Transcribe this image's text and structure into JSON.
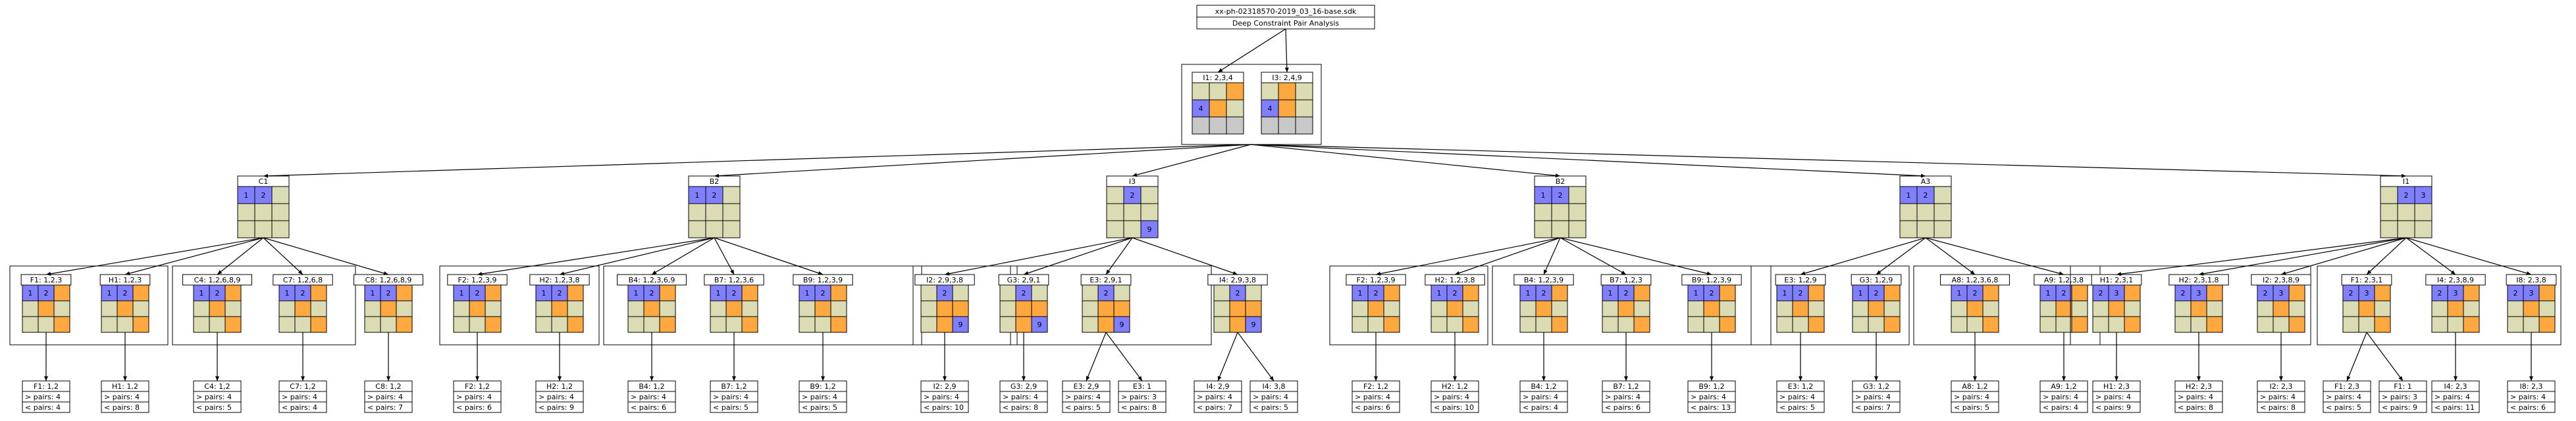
{
  "colors": {
    "blue": "#7f7fff",
    "orange": "#ffa840",
    "olive": "#dcdcb4",
    "grey": "#c8c8c8",
    "stroke": "#000000"
  },
  "root": {
    "title": "xx-ph-02318570-2019_03_16-base.sdk",
    "subtitle": "Deep Constraint Pair Analysis"
  },
  "top": [
    {
      "label": "I1: 2,3,4",
      "cells": [
        "",
        "B",
        "",
        "",
        "O",
        "",
        "",
        "",
        "",
        "B",
        "O",
        "",
        "",
        "",
        "",
        "G",
        "G",
        "G"
      ],
      "nums": [
        "",
        "",
        "",
        "",
        "",
        "",
        "",
        "",
        "",
        "4",
        "",
        "",
        "",
        "",
        "",
        "",
        "",
        ""
      ]
    },
    {
      "label": "I3: 2,4,9",
      "cells": [
        "",
        "B",
        "",
        "",
        "",
        "",
        "",
        "",
        "",
        "B",
        "O",
        "",
        "",
        "",
        "",
        "G",
        "G",
        "G"
      ],
      "nums": [
        "",
        "",
        "",
        "",
        "",
        "",
        "",
        "",
        "",
        "4",
        "",
        "",
        "",
        "",
        "",
        "",
        "",
        ""
      ]
    }
  ],
  "levels": [
    {
      "label": "C1",
      "nums": [
        "1",
        "2",
        "",
        "",
        "",
        "",
        "",
        "",
        ""
      ],
      "cells": [
        "B",
        "B",
        "",
        "",
        "",
        "",
        "",
        "",
        ""
      ]
    },
    {
      "label": "B2",
      "nums": [
        "1",
        "2",
        "",
        "",
        "",
        "",
        "",
        "",
        ""
      ],
      "cells": [
        "B",
        "B",
        "",
        "",
        "",
        "",
        "",
        "",
        ""
      ]
    },
    {
      "label": "I3",
      "nums": [
        "",
        "2",
        "",
        "",
        "",
        "",
        "",
        "",
        "9"
      ],
      "cells": [
        "",
        "B",
        "",
        "",
        "",
        "",
        "",
        "",
        "B"
      ]
    },
    {
      "label": "B2",
      "nums": [
        "1",
        "2",
        "",
        "",
        "",
        "",
        "",
        "",
        ""
      ],
      "cells": [
        "B",
        "B",
        "",
        "",
        "",
        "",
        "",
        "",
        ""
      ]
    },
    {
      "label": "A3",
      "nums": [
        "1",
        "2",
        "",
        "",
        "",
        "",
        "",
        "",
        ""
      ],
      "cells": [
        "B",
        "B",
        "",
        "",
        "",
        "",
        "",
        "",
        ""
      ]
    },
    {
      "label": "I1",
      "nums": [
        "",
        "2",
        "3",
        "",
        "",
        "",
        "",
        "",
        ""
      ],
      "cells": [
        "",
        "B",
        "B",
        "",
        "",
        "",
        "",
        "",
        ""
      ]
    }
  ],
  "groups": [
    [
      {
        "label": "F1: 1,2,3",
        "nums": [
          "1",
          "2"
        ],
        "leaf": {
          "label": "F1: 1,2",
          "gt": "> pairs: 4",
          "lt": "< pairs: 4"
        }
      },
      {
        "label": "H1: 1,2,3",
        "nums": [
          "1",
          "2"
        ],
        "leaf": {
          "label": "H1: 1,2",
          "gt": "> pairs: 4",
          "lt": "< pairs: 8"
        }
      },
      {
        "label": "C4: 1,2,6,8,9",
        "nums": [
          "1",
          "2"
        ],
        "leaf": {
          "label": "C4: 1,2",
          "gt": "> pairs: 4",
          "lt": "< pairs: 5"
        }
      },
      {
        "label": "C7: 1,2,6,8",
        "nums": [
          "1",
          "2"
        ],
        "leaf": {
          "label": "C7: 1,2",
          "gt": "> pairs: 4",
          "lt": "< pairs: 4"
        }
      },
      {
        "label": "C8: 1,2,6,8,9",
        "nums": [
          "1",
          "2"
        ],
        "leaf": {
          "label": "C8: 1,2",
          "gt": "> pairs: 4",
          "lt": "< pairs: 7"
        }
      }
    ],
    [
      {
        "label": "F2: 1,2,3,9",
        "nums": [
          "1",
          "2"
        ],
        "leaf": {
          "label": "F2: 1,2",
          "gt": "> pairs: 4",
          "lt": "< pairs: 6"
        }
      },
      {
        "label": "H2: 1,2,3,8",
        "nums": [
          "1",
          "2"
        ],
        "leaf": {
          "label": "H2: 1,2",
          "gt": "> pairs: 4",
          "lt": "< pairs: 9"
        }
      },
      {
        "label": "B4: 1,2,3,6,9",
        "nums": [
          "1",
          "2"
        ],
        "leaf": {
          "label": "B4: 1,2",
          "gt": "> pairs: 4",
          "lt": "< pairs: 6"
        }
      },
      {
        "label": "B7: 1,2,3,6",
        "nums": [
          "1",
          "2"
        ],
        "leaf": {
          "label": "B7: 1,2",
          "gt": "> pairs: 4",
          "lt": "< pairs: 5"
        }
      },
      {
        "label": "B9: 1,2,3,9",
        "nums": [
          "1",
          "2"
        ],
        "leaf": {
          "label": "B9: 1,2",
          "gt": "> pairs: 4",
          "lt": "< pairs: 5"
        }
      }
    ],
    [
      {
        "label": "I2: 2,9,3,8",
        "nums": [
          "2",
          "9"
        ],
        "leaf": {
          "label": "I2: 2,9",
          "gt": "> pairs: 4",
          "lt": "< pairs: 10"
        }
      },
      {
        "label": "G3: 2,9,1",
        "nums": [
          "2",
          "9"
        ],
        "leaf": {
          "label": "G3: 2,9",
          "gt": "> pairs: 4",
          "lt": "< pairs: 8"
        }
      },
      {
        "label": "E3: 2,9,1",
        "nums": [
          "2",
          "9"
        ],
        "split": true,
        "leaves": [
          {
            "label": "E3: 2,9",
            "gt": "> pairs: 4",
            "lt": "< pairs: 5"
          },
          {
            "label": "E3: 1",
            "gt": "> pairs: 3",
            "lt": "< pairs: 8"
          }
        ]
      },
      {
        "label": "I4: 2,9,3,8",
        "nums": [
          "2",
          "9"
        ],
        "split": true,
        "leaves": [
          {
            "label": "I4: 2,9",
            "gt": "> pairs: 4",
            "lt": "< pairs: 7"
          },
          {
            "label": "I4: 3,8",
            "gt": "> pairs: 4",
            "lt": "< pairs: 5"
          }
        ]
      }
    ],
    [
      {
        "label": "F2: 1,2,3,9",
        "nums": [
          "1",
          "2"
        ],
        "leaf": {
          "label": "F2: 1,2",
          "gt": "> pairs: 4",
          "lt": "< pairs: 6"
        }
      },
      {
        "label": "H2: 1,2,3,8",
        "nums": [
          "1",
          "2"
        ],
        "leaf": {
          "label": "H2: 1,2",
          "gt": "> pairs: 4",
          "lt": "< pairs: 10"
        }
      },
      {
        "label": "B4: 1,2,3,9",
        "nums": [
          "1",
          "2"
        ],
        "leaf": {
          "label": "B4: 1,2",
          "gt": "> pairs: 4",
          "lt": "< pairs: 4"
        }
      },
      {
        "label": "B7: 1,2,3",
        "nums": [
          "1",
          "2"
        ],
        "leaf": {
          "label": "B7: 1,2",
          "gt": "> pairs: 4",
          "lt": "< pairs: 6"
        }
      },
      {
        "label": "B9: 1,2,3,9",
        "nums": [
          "1",
          "2"
        ],
        "leaf": {
          "label": "B9: 1,2",
          "gt": "> pairs: 4",
          "lt": "< pairs: 13"
        }
      }
    ],
    [
      {
        "label": "E3: 1,2,9",
        "nums": [
          "1",
          "2"
        ],
        "leaf": {
          "label": "E3: 1,2",
          "gt": "> pairs: 4",
          "lt": "< pairs: 5"
        }
      },
      {
        "label": "G3: 1,2,9",
        "nums": [
          "1",
          "2"
        ],
        "leaf": {
          "label": "G3: 1,2",
          "gt": "> pairs: 4",
          "lt": "< pairs: 7"
        }
      },
      {
        "label": "A8: 1,2,3,6,8",
        "nums": [
          "1",
          "2"
        ],
        "leaf": {
          "label": "A8: 1,2",
          "gt": "> pairs: 4",
          "lt": "< pairs: 5"
        }
      },
      {
        "label": "A9: 1,2,3,8",
        "nums": [
          "1",
          "2"
        ],
        "leaf": {
          "label": "A9: 1,2",
          "gt": "> pairs: 4",
          "lt": "< pairs: 4"
        }
      }
    ],
    [
      {
        "label": "H1: 2,3,1",
        "nums": [
          "2",
          "3"
        ],
        "leaf": {
          "label": "H1: 2,3",
          "gt": "> pairs: 4",
          "lt": "< pairs: 9"
        }
      },
      {
        "label": "H2: 2,3,1,8",
        "nums": [
          "2",
          "3"
        ],
        "leaf": {
          "label": "H2: 2,3",
          "gt": "> pairs: 4",
          "lt": "< pairs: 8"
        }
      },
      {
        "label": "I2: 2,3,8,9",
        "nums": [
          "2",
          "3"
        ],
        "leaf": {
          "label": "I2: 2,3",
          "gt": "> pairs: 4",
          "lt": "< pairs: 8"
        }
      },
      {
        "label": "F1: 2,3,1",
        "nums": [
          "2",
          "3"
        ],
        "split": true,
        "leaves": [
          {
            "label": "F1: 2,3",
            "gt": "> pairs: 4",
            "lt": "< pairs: 5"
          },
          {
            "label": "F1: 1",
            "gt": "> pairs: 3",
            "lt": "< pairs: 9"
          }
        ]
      },
      {
        "label": "I4: 2,3,8,9",
        "nums": [
          "2",
          "3"
        ],
        "leaf": {
          "label": "I4: 2,3",
          "gt": "> pairs: 4",
          "lt": "< pairs: 11"
        }
      },
      {
        "label": "I8: 2,3,8",
        "nums": [
          "2",
          "3"
        ],
        "leaf": {
          "label": "I8: 2,3",
          "gt": "> pairs: 4",
          "lt": "< pairs: 6"
        }
      }
    ]
  ]
}
